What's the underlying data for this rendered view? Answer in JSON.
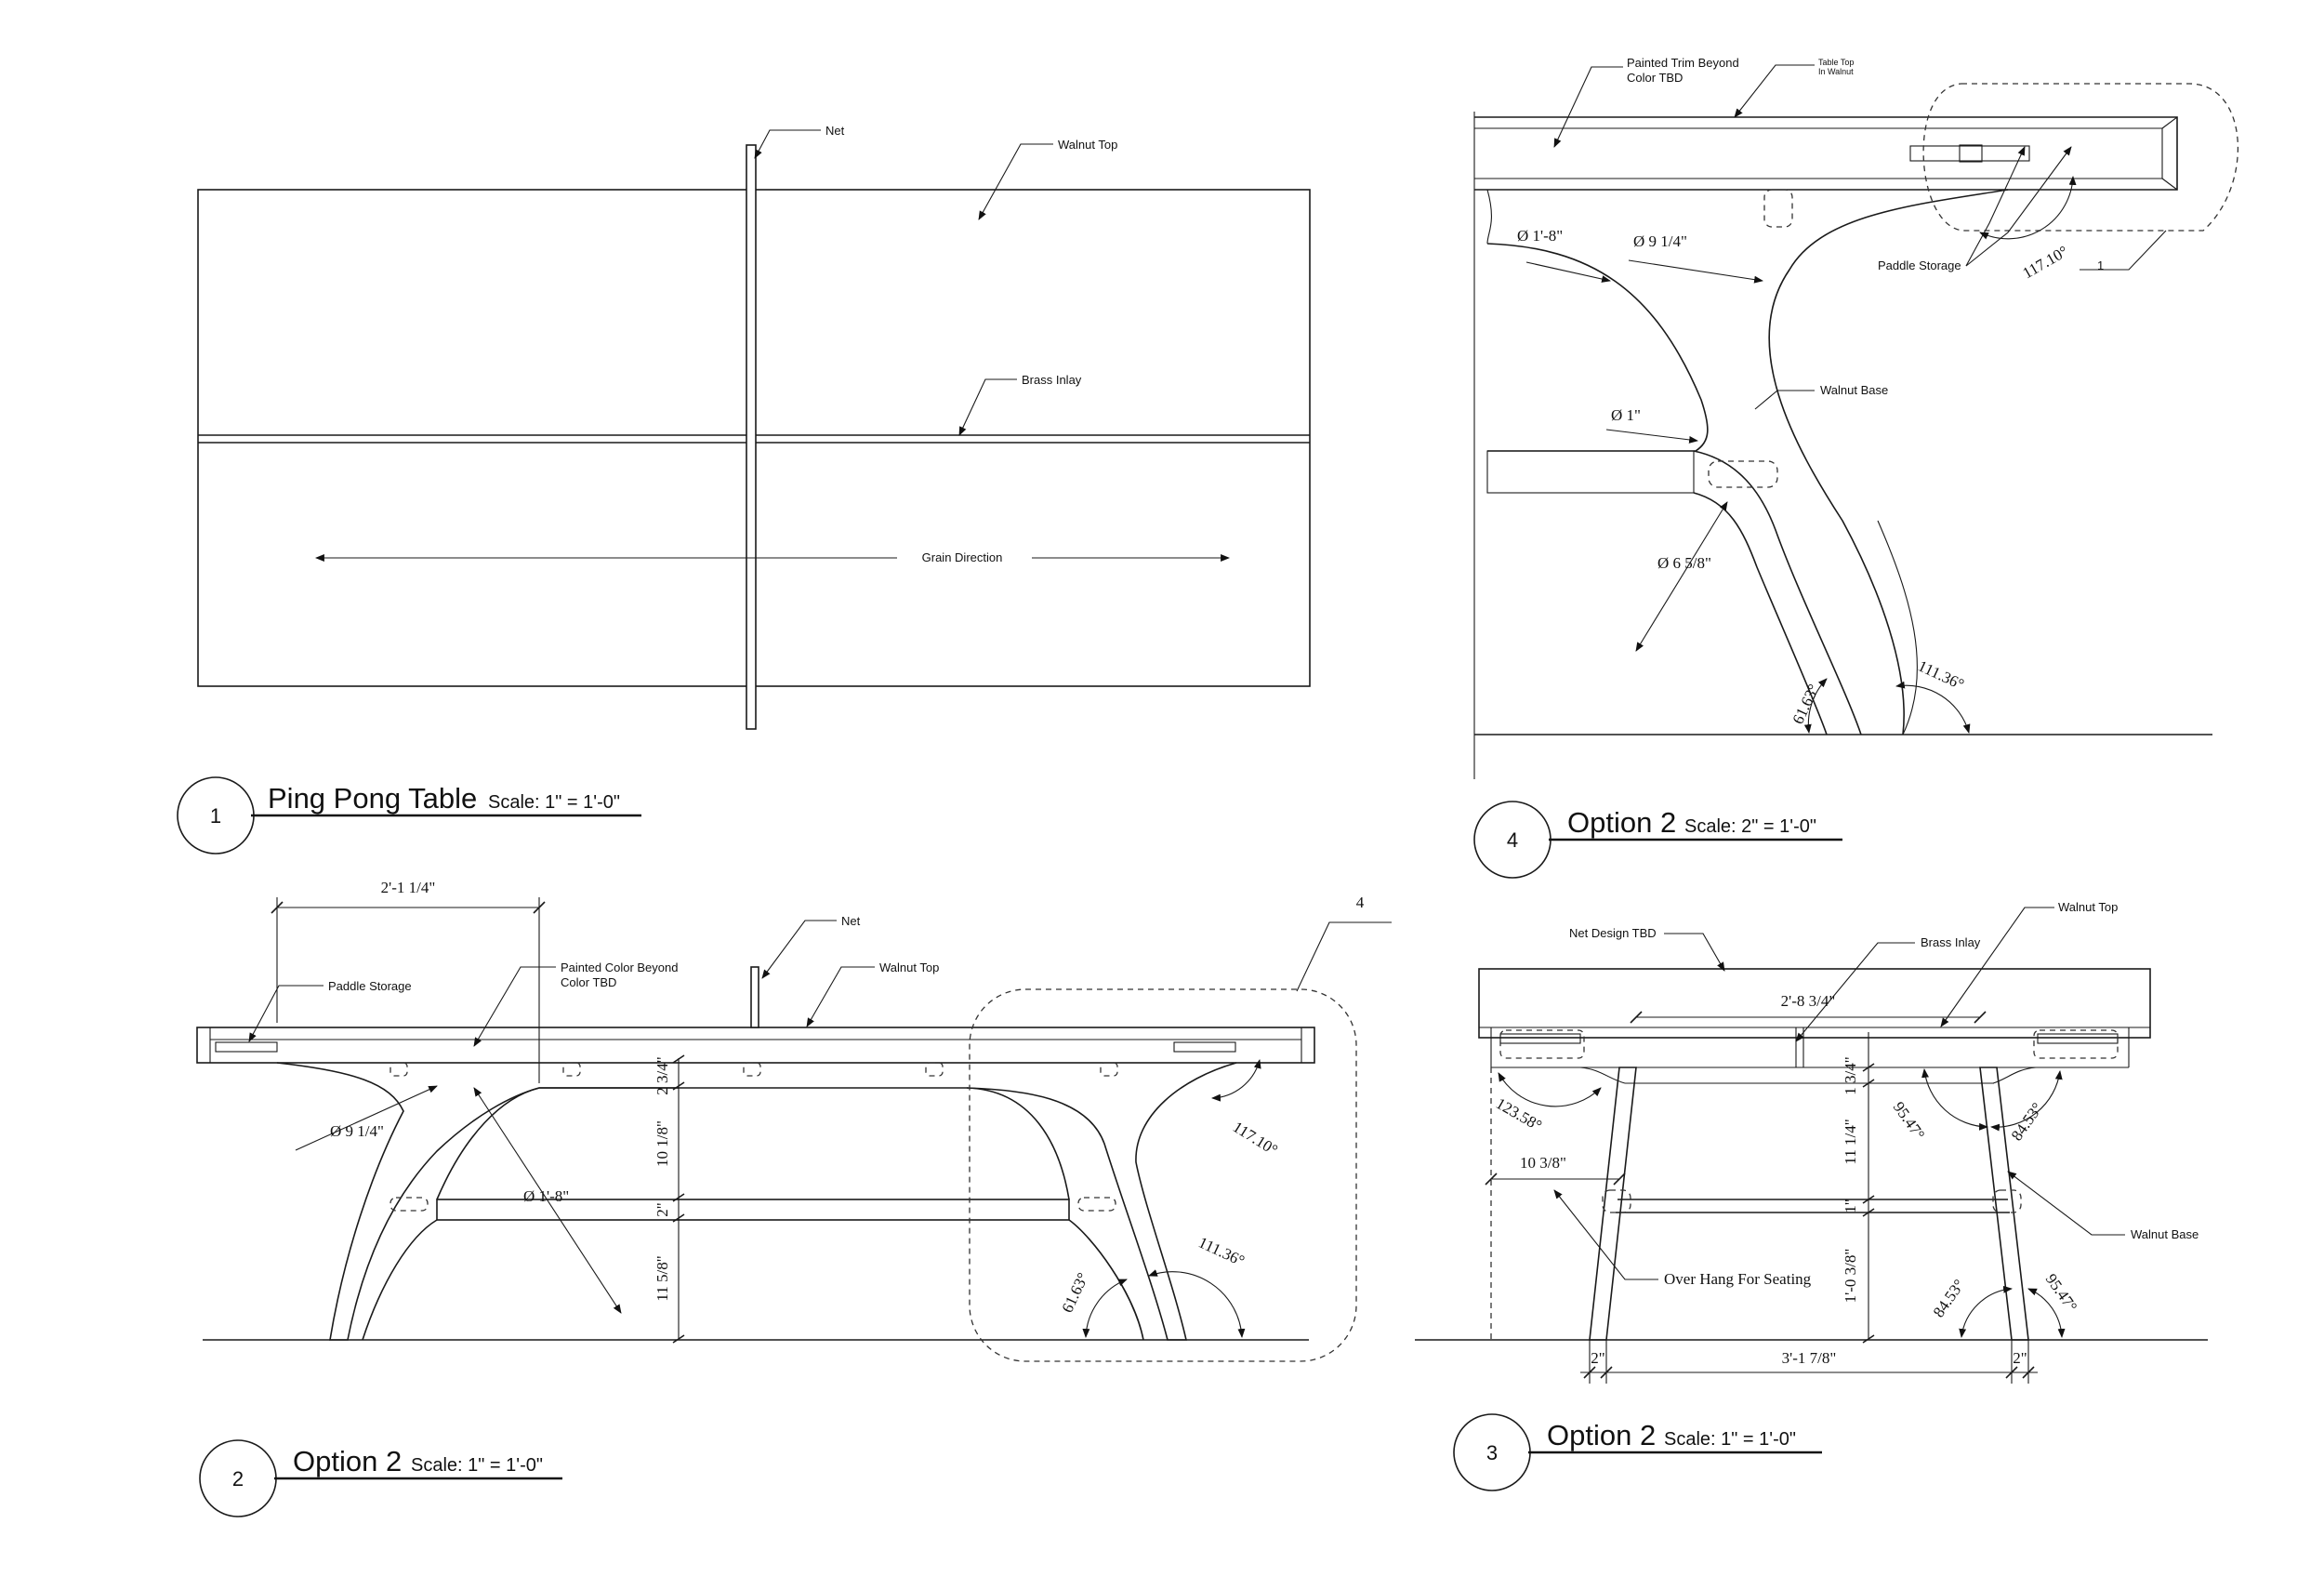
{
  "labels": {
    "net": "Net",
    "walnut_top": "Walnut Top",
    "brass_inlay": "Brass Inlay",
    "grain_direction": "Grain Direction",
    "painted_trim_line1": "Painted Trim Beyond",
    "painted_trim_line2": "Color TBD",
    "table_top_line1": "Table Top",
    "table_top_line2": "In Walnut",
    "paddle_storage": "Paddle Storage",
    "walnut_base": "Walnut Base",
    "painted_color_line1": "Painted Color Beyond",
    "painted_color_line2": "Color TBD",
    "net_design": "Net Design TBD",
    "overhang": "Over Hang For Seating"
  },
  "views": [
    {
      "number": "1",
      "title": "Ping Pong Table",
      "scale": "Scale: 1\" = 1'-0\""
    },
    {
      "number": "2",
      "title": "Option 2",
      "scale": "Scale: 1\" = 1'-0\""
    },
    {
      "number": "3",
      "title": "Option 2",
      "scale": "Scale: 1\" = 1'-0\""
    },
    {
      "number": "4",
      "title": "Option 2",
      "scale": "Scale: 2\" = 1'-0\""
    }
  ],
  "detail_callout": "4",
  "section_mark": "1",
  "dims": {
    "d_2_11_4": "2'-1 1/4\"",
    "d_2_3_4": "2 3/4\"",
    "d_10_1_8": "10 1/8\"",
    "d_2": "2\"",
    "d_11_5_8": "11 5/8\"",
    "dia_9_1_4": "Ø 9 1/4\"",
    "dia_1_8": "Ø 1'-8\"",
    "dia_1": "Ø 1\"",
    "dia_6_5_8": "Ø 6 5/8\"",
    "a_117": "117.10°",
    "a_111": "111.36°",
    "a_61": "61.63°",
    "d_2_8_3_4": "2'-8 3/4\"",
    "d_1_3_4": "1 3/4\"",
    "d_11_1_4": "11 1/4\"",
    "d_1": "1\"",
    "d_1_0_3_8": "1'-0 3/8\"",
    "d_10_3_8": "10 3/8\"",
    "d_3_1_7_8": "3'-1 7/8\"",
    "a_123": "123.58°",
    "a_95": "95.47°",
    "a_84": "84.53°"
  }
}
